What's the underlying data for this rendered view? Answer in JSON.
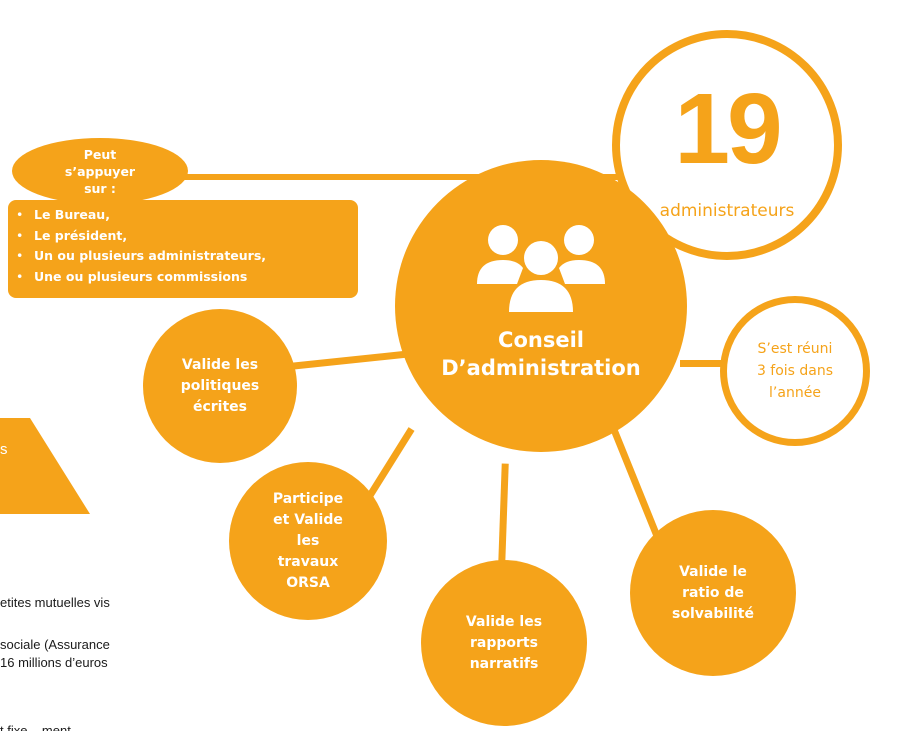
{
  "diagram": {
    "center": {
      "title_line1": "Conseil",
      "title_line2": "D’administration",
      "icon": "people-group-icon"
    },
    "count": {
      "number": "19",
      "label": "administrateurs"
    },
    "meetings": {
      "line1": "S’est réuni",
      "line2": "3 fois dans",
      "line3": "l’année"
    },
    "support": {
      "bubble_lines": [
        "Peut",
        "s’appuyer",
        "sur :"
      ],
      "items": [
        "Le Bureau,",
        "Le président,",
        "Un ou plusieurs administrateurs,",
        "Une ou plusieurs commissions"
      ]
    },
    "roles": [
      {
        "lines": [
          "Valide les",
          "politiques",
          "écrites"
        ]
      },
      {
        "lines": [
          "Participe",
          "et Valide",
          "les",
          "travaux",
          "ORSA"
        ]
      },
      {
        "lines": [
          "Valide les",
          "rapports",
          "narratifs"
        ]
      },
      {
        "lines": [
          "Valide le",
          "ratio de",
          "solvabilité"
        ]
      }
    ]
  },
  "left_panel": {
    "triangle_text": "s"
  },
  "body_text": {
    "line1": "etites mutuelles vis",
    "line2": "sociale (Assurance",
    "line3": "16 millions d’euros",
    "line4": "t fixe ...ment ..."
  },
  "colors": {
    "accent": "#f5a31a",
    "background": "#ffffff"
  }
}
